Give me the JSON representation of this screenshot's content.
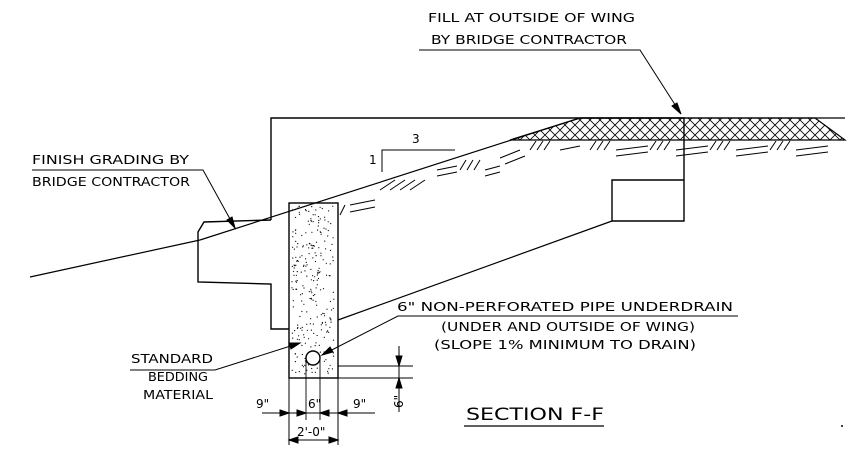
{
  "title": "SECTION F-F",
  "labels": {
    "fill_line1": "FILL AT OUTSIDE OF WING",
    "fill_line2": "BY BRIDGE CONTRACTOR",
    "finish_line1": "FINISH GRADING BY",
    "finish_line2": "BRIDGE CONTRACTOR",
    "pipe_line1": "6\" NON-PERFORATED PIPE UNDERDRAIN",
    "pipe_line2": "(UNDER AND OUTSIDE OF WING)",
    "pipe_line3": "(SLOPE 1% MINIMUM TO DRAIN)",
    "bedding_line1": "STANDARD",
    "bedding_line2": "BEDDING",
    "bedding_line3": "MATERIAL"
  },
  "slope": {
    "rise": "1",
    "run": "3"
  },
  "dimensions": {
    "left_offset": "9\"",
    "pipe_width": "6\"",
    "right_offset": "9\"",
    "trench_width": "2'-0\"",
    "pipe_cover": "6\""
  }
}
